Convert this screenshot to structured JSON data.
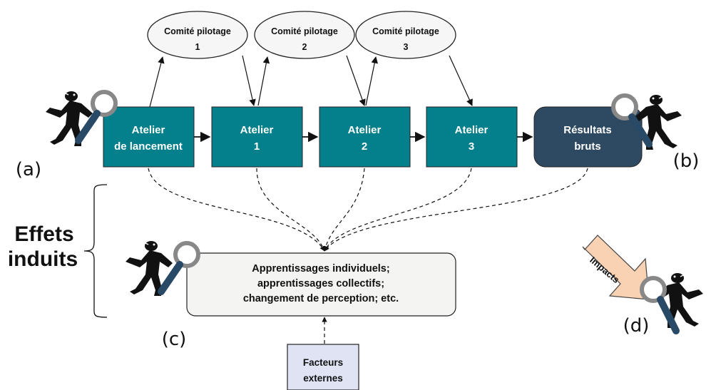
{
  "committees": [
    {
      "line1": "Comité pilotage",
      "line2": "1"
    },
    {
      "line1": "Comité pilotage",
      "line2": "2"
    },
    {
      "line1": "Comité pilotage",
      "line2": "3"
    }
  ],
  "steps": [
    {
      "line1": "Atelier",
      "line2": "de lancement"
    },
    {
      "line1": "Atelier",
      "line2": "1"
    },
    {
      "line1": "Atelier",
      "line2": "2"
    },
    {
      "line1": "Atelier",
      "line2": "3"
    },
    {
      "line1": "Résultats",
      "line2": "bruts"
    }
  ],
  "effects": {
    "title_line1": "Effets",
    "title_line2": "induits",
    "lines": [
      "Apprentissages individuels;",
      "apprentissages collectifs;",
      "changement de perception; etc."
    ]
  },
  "external": {
    "line1": "Facteurs",
    "line2": "externes"
  },
  "impacts": "Impacts",
  "letters": {
    "a": "(a)",
    "b": "(b)",
    "c": "(c)",
    "d": "(d)"
  },
  "colors": {
    "step_fill": "#03808c",
    "result_fill": "#2e4a63",
    "effects_fill": "#f4f5f2",
    "external_fill": "#dfe3f3",
    "impacts_fill": "#f9d2b3",
    "ellipse_fill": "#f6f6f6"
  },
  "icons": [
    "magnifier-figure-icon"
  ]
}
